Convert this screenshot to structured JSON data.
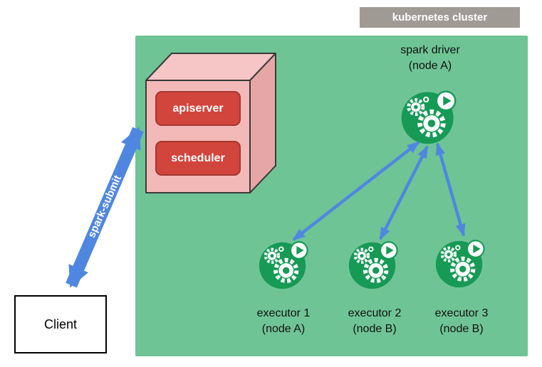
{
  "cluster": {
    "label": "kubernetes cluster"
  },
  "control_plane": {
    "apiserver": "apiserver",
    "scheduler": "scheduler"
  },
  "driver": {
    "title": "spark driver",
    "subtitle": "(node A)"
  },
  "executors": [
    {
      "title": "executor 1",
      "subtitle": "(node A)"
    },
    {
      "title": "executor 2",
      "subtitle": "(node B)"
    },
    {
      "title": "executor 3",
      "subtitle": "(node B)"
    }
  ],
  "client": {
    "label": "Client"
  },
  "arrows": {
    "submit_label": "spark-submit"
  },
  "colors": {
    "cluster_bg": "#6fc495",
    "badge_bg": "#a09a95",
    "component_red": "#d2453c",
    "cube_pink": "#f3b9b9",
    "arrow_blue": "#4f87e0",
    "pod_green": "#169a56"
  }
}
